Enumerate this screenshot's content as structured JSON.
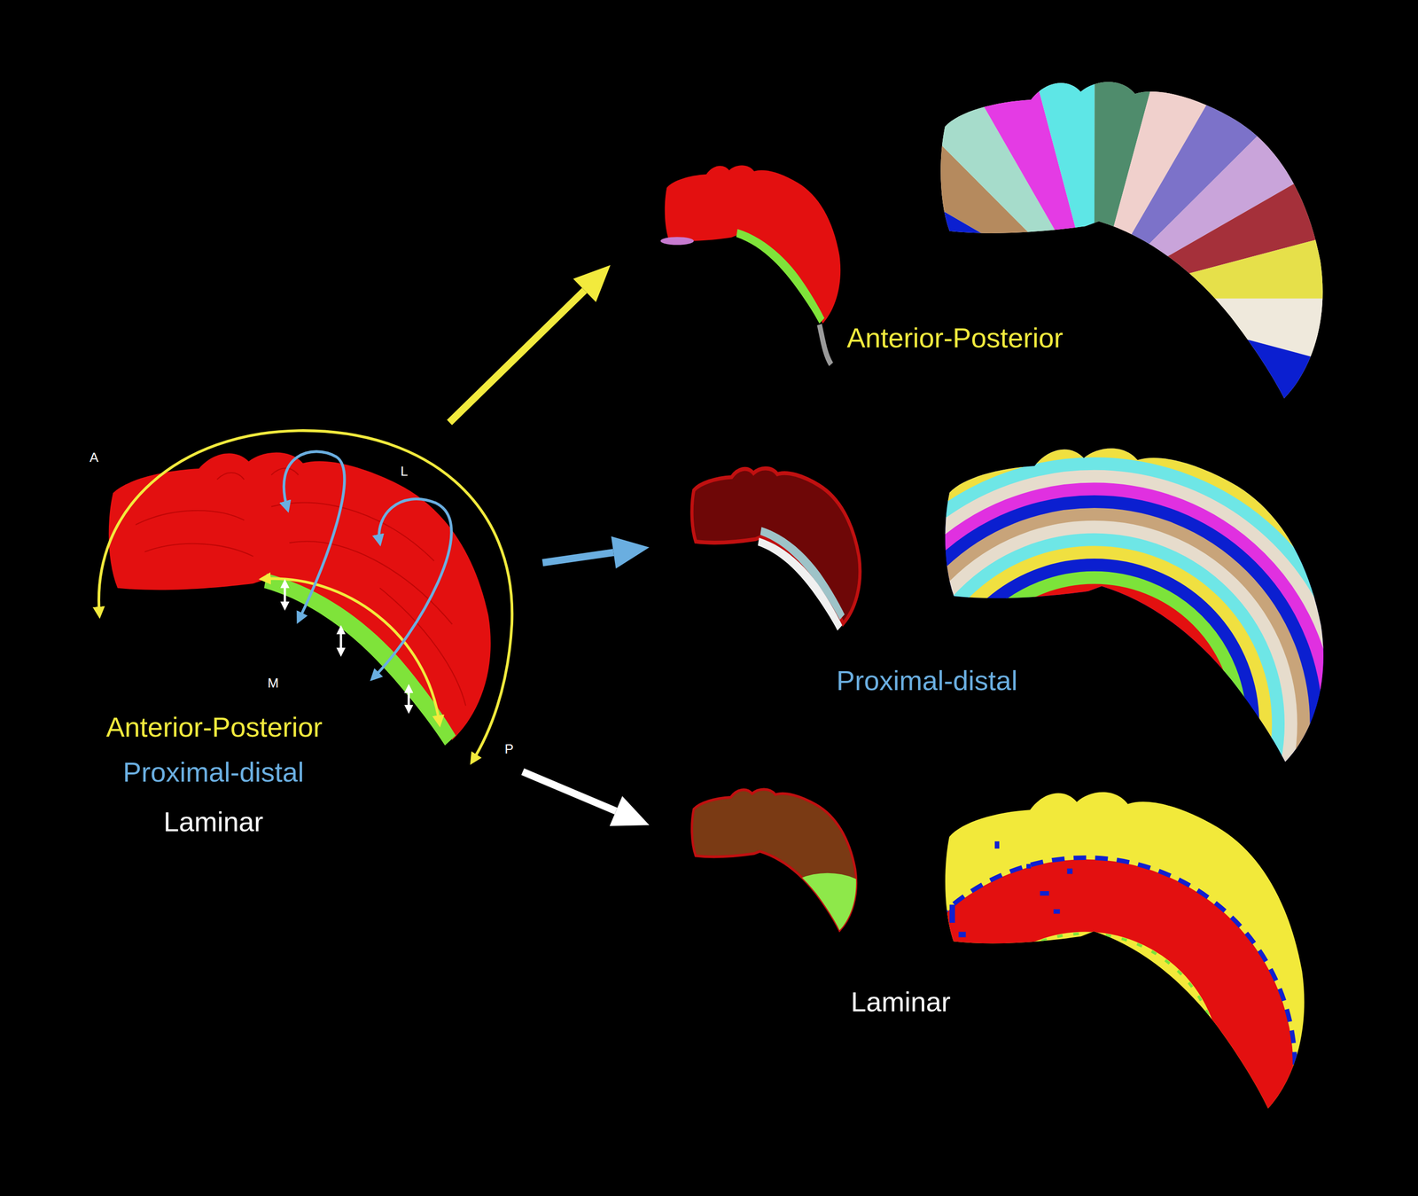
{
  "diagram": {
    "labels": [
      "A",
      "L",
      "M",
      "P",
      "Anterior-Posterior",
      "Proximal-distal",
      "Laminar",
      "Anterior-Posterior",
      "Proximal-distal",
      "Laminar"
    ]
  }
}
